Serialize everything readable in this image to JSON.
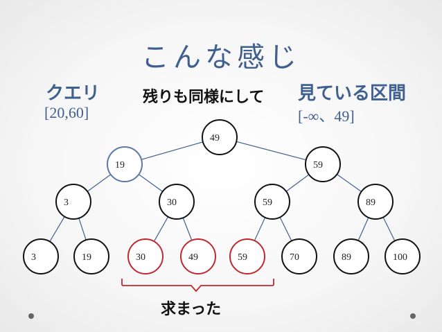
{
  "slide": {
    "title": "こんな感じ",
    "query_label": "クエリ",
    "query_value": "[20,60]",
    "remaining_note": "残りも同様にして",
    "interval_label": "見ている区間",
    "interval_value": "[-∞、49]",
    "result_label": "求まった"
  },
  "colors": {
    "accent_blue": "#3f5f8f",
    "node_visited": "#5b78a8",
    "node_found": "#c0282d",
    "node_default": "#111111"
  },
  "tree": {
    "nodes": [
      {
        "id": "root",
        "label": "49",
        "state": "default"
      },
      {
        "id": "l1-left",
        "label": "19",
        "state": "visited"
      },
      {
        "id": "l1-right",
        "label": "59",
        "state": "default"
      },
      {
        "id": "l2-0",
        "label": "3",
        "state": "default"
      },
      {
        "id": "l2-1",
        "label": "30",
        "state": "default"
      },
      {
        "id": "l2-2",
        "label": "59",
        "state": "default"
      },
      {
        "id": "l2-3",
        "label": "89",
        "state": "default"
      },
      {
        "id": "leaf-0",
        "label": "3",
        "state": "default"
      },
      {
        "id": "leaf-1",
        "label": "19",
        "state": "default"
      },
      {
        "id": "leaf-2",
        "label": "30",
        "state": "found"
      },
      {
        "id": "leaf-3",
        "label": "49",
        "state": "found"
      },
      {
        "id": "leaf-4",
        "label": "59",
        "state": "found"
      },
      {
        "id": "leaf-5",
        "label": "70",
        "state": "default"
      },
      {
        "id": "leaf-6",
        "label": "89",
        "state": "default"
      },
      {
        "id": "leaf-7",
        "label": "100",
        "state": "default"
      }
    ],
    "edges": [
      [
        "root",
        "l1-left"
      ],
      [
        "root",
        "l1-right"
      ],
      [
        "l1-left",
        "l2-0"
      ],
      [
        "l1-left",
        "l2-1"
      ],
      [
        "l1-right",
        "l2-2"
      ],
      [
        "l1-right",
        "l2-3"
      ],
      [
        "l2-0",
        "leaf-0"
      ],
      [
        "l2-0",
        "leaf-1"
      ],
      [
        "l2-1",
        "leaf-2"
      ],
      [
        "l2-1",
        "leaf-3"
      ],
      [
        "l2-2",
        "leaf-4"
      ],
      [
        "l2-2",
        "leaf-5"
      ],
      [
        "l2-3",
        "leaf-6"
      ],
      [
        "l2-3",
        "leaf-7"
      ]
    ]
  }
}
